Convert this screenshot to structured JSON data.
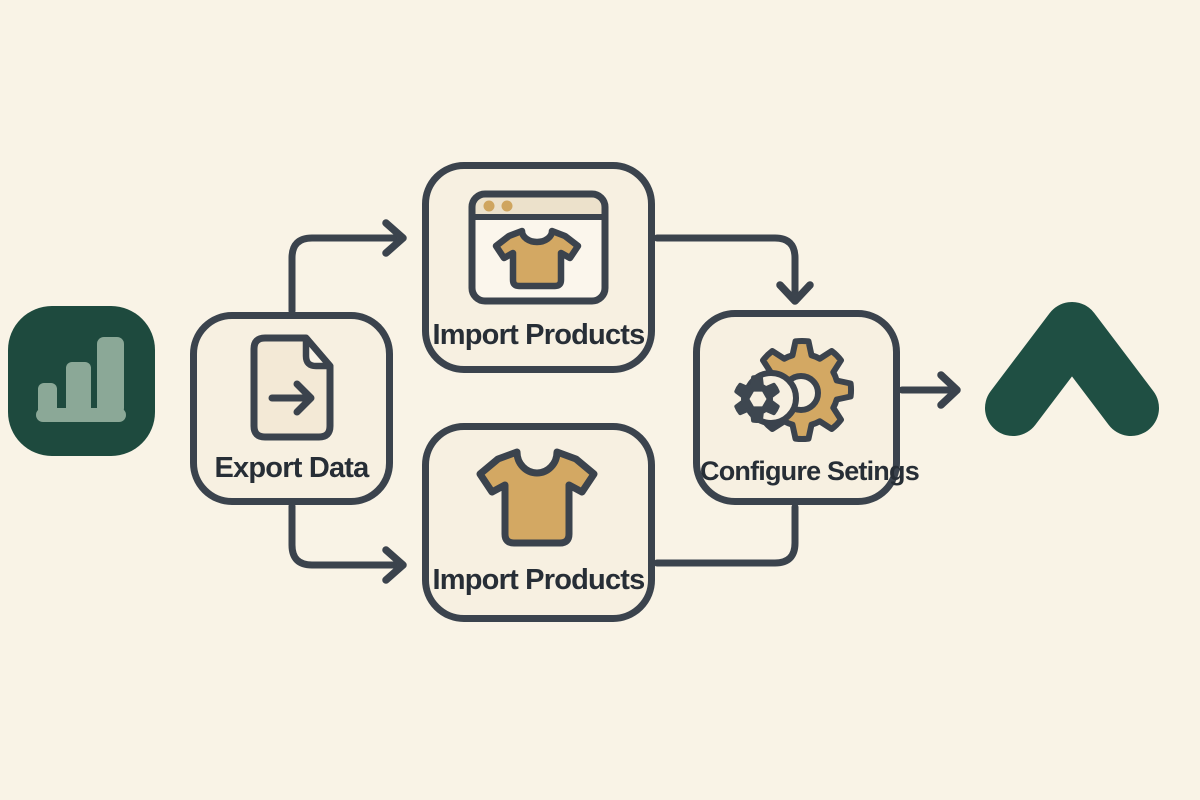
{
  "diagram": {
    "nodes": [
      {
        "id": "export-data",
        "label": "Export Data",
        "icon": "document-export-icon"
      },
      {
        "id": "import-products-browser",
        "label": "Import Products",
        "icon": "browser-product-window-icon"
      },
      {
        "id": "import-products-shirt",
        "label": "Import Products",
        "icon": "tshirt-icon"
      },
      {
        "id": "configure-settings",
        "label": "Configure Setings",
        "icon": "gears-icon"
      }
    ],
    "endpoints": {
      "start_icon": "bar-chart-app-icon",
      "end_icon": "chevron-up-arrow-icon"
    },
    "connectors": [
      {
        "from": "start",
        "to": "export-data",
        "arrowhead": false
      },
      {
        "from": "export-data",
        "to": "import-products-browser",
        "arrowhead": true
      },
      {
        "from": "export-data",
        "to": "import-products-shirt",
        "arrowhead": true
      },
      {
        "from": "import-products-browser",
        "to": "configure-settings",
        "arrowhead": true
      },
      {
        "from": "import-products-shirt",
        "to": "configure-settings",
        "arrowhead": false
      },
      {
        "from": "configure-settings",
        "to": "end",
        "arrowhead": true
      }
    ],
    "colors": {
      "background": "#f9f3e6",
      "node_fill": "#f7f0e1",
      "outline": "#3b434d",
      "accent_tan": "#d3a863",
      "accent_tan_muted": "#cfa55f",
      "green_dark": "#1e4a3e",
      "green_chevron": "#1f4f43",
      "green_light": "#8ba897",
      "paper_fill": "#f3e9d6",
      "window_body": "#fbf6ec",
      "window_header": "#ece1cb",
      "label_text": "#272e36"
    }
  }
}
